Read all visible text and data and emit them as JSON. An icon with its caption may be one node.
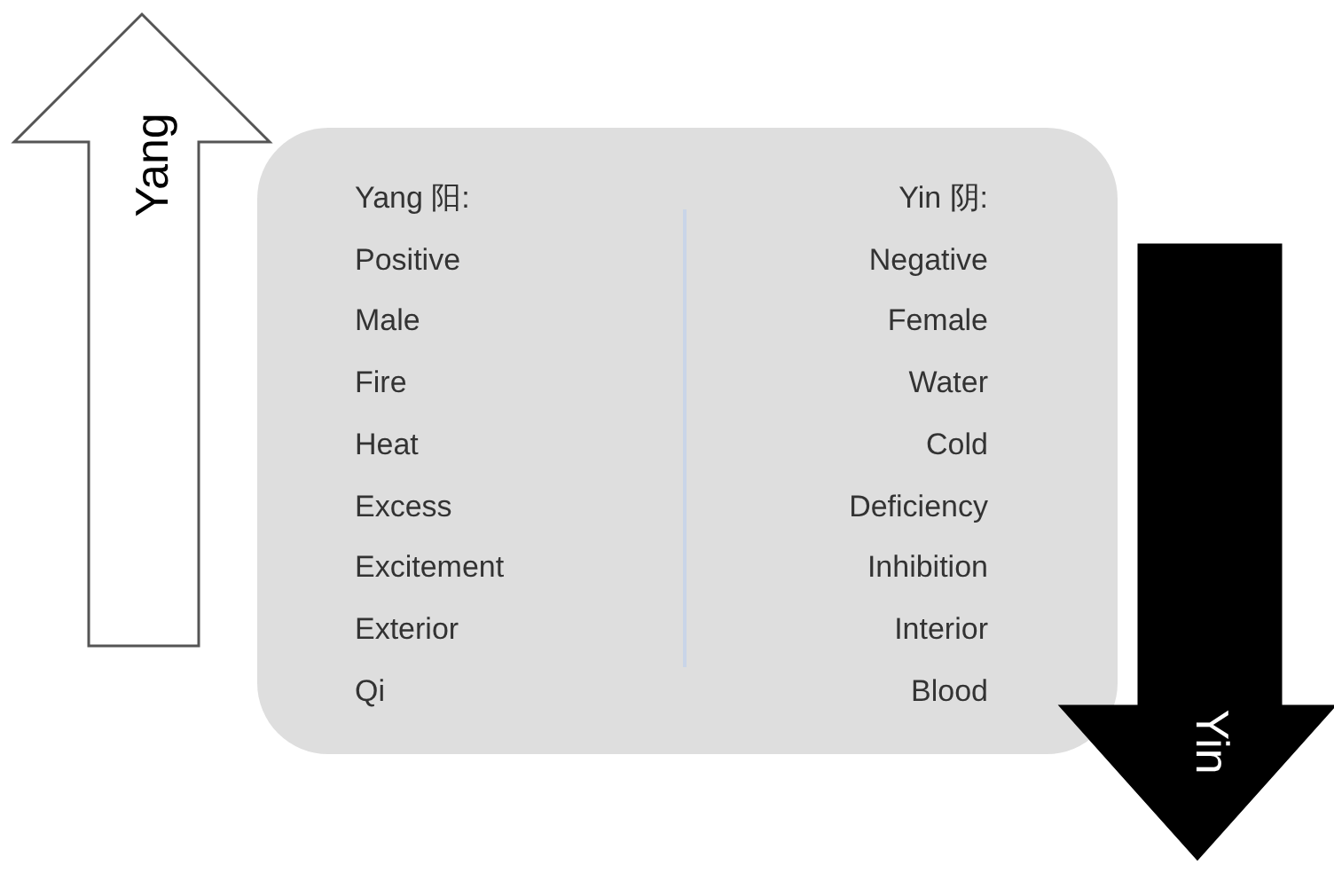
{
  "diagram": {
    "nodes": [
      {
        "text": [
          "Yang"
        ]
      },
      {
        "text": [
          "Yang 阳:",
          "Positive",
          "Male",
          "Fire",
          "Heat",
          "Excess",
          "Excitement",
          "Exterior",
          "Qi",
          "Yin 阴:",
          "Negative",
          "Female",
          "Water",
          "Cold",
          "Deficiency",
          "Inhibition",
          "Interior",
          "Blood"
        ]
      },
      {
        "text": [
          "Yin"
        ]
      }
    ]
  }
}
